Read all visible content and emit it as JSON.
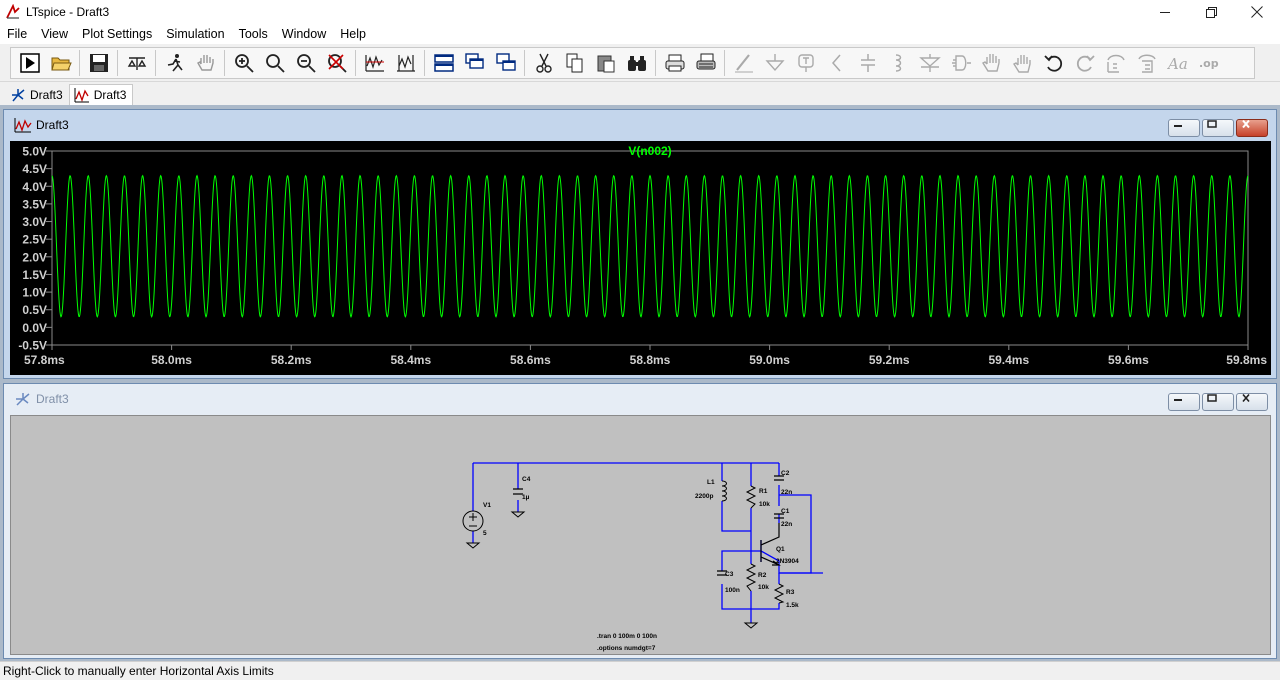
{
  "window": {
    "title": "LTspice - Draft3",
    "controls": [
      "minimize",
      "restore",
      "close"
    ]
  },
  "menu": {
    "items": [
      "File",
      "View",
      "Plot Settings",
      "Simulation",
      "Tools",
      "Window",
      "Help"
    ]
  },
  "toolbar": {
    "icons": [
      "run-icon",
      "open-icon",
      "save-icon",
      "control-panel-icon",
      "halt-icon",
      "pan-hand-icon",
      "zoom-in-icon",
      "zoom-area-icon",
      "zoom-out-icon",
      "zoom-cancel-icon",
      "autorange-icon",
      "fit-icon",
      "tile-horizontal-icon",
      "cascade-icon",
      "tile-windows-icon",
      "cut-icon",
      "copy-icon",
      "paste-icon",
      "find-icon",
      "print-icon",
      "print-setup-icon",
      "wire-icon",
      "ground-icon",
      "label-icon",
      "resistor-icon",
      "capacitor-icon",
      "inductor-icon",
      "diode-icon",
      "component-icon",
      "move-icon",
      "drag-icon",
      "undo-icon",
      "redo-icon",
      "rotate-icon",
      "mirror-icon",
      "text-icon",
      "spice-directive-icon"
    ]
  },
  "tabs": [
    {
      "label": "Draft3",
      "icon": "schematic-icon",
      "active": false
    },
    {
      "label": "Draft3",
      "icon": "plot-icon",
      "active": true
    }
  ],
  "waveform_window": {
    "title": "Draft3",
    "trace_name": "V(n002)",
    "trace_color": "#00ff00"
  },
  "schematic_window": {
    "title": "Draft3",
    "labels": {
      "v1_name": "V1",
      "v1_value": "5",
      "c4_name": "C4",
      "c4_value": "1µ",
      "l1_name": "L1",
      "l1_value": "2200p",
      "r1_name": "R1",
      "r1_value": "10k",
      "c2_name": "C2",
      "c2_value": "22n",
      "c1_name": "C1",
      "c1_value": "22n",
      "q1_name": "Q1",
      "q1_value": "2N3904",
      "c3_name": "C3",
      "c3_value": "100n",
      "r2_name": "R2",
      "r2_value": "10k",
      "r3_name": "R3",
      "r3_value": "1.5k",
      "directive1": ".tran 0 100m 0 100n",
      "directive2": ".options numdgt=7"
    },
    "wire_color": "#0000ff"
  },
  "status": {
    "text": "Right-Click to manually enter Horizontal Axis Limits"
  },
  "chart_data": {
    "type": "line",
    "title": "V(n002)",
    "xlabel": "",
    "ylabel": "",
    "x_tick_labels": [
      "57.8ms",
      "58.0ms",
      "58.2ms",
      "58.4ms",
      "58.6ms",
      "58.8ms",
      "59.0ms",
      "59.2ms",
      "59.4ms",
      "59.6ms",
      "59.8ms"
    ],
    "y_tick_labels": [
      "5.0V",
      "4.5V",
      "4.0V",
      "3.5V",
      "3.0V",
      "2.5V",
      "2.0V",
      "1.5V",
      "1.0V",
      "0.5V",
      "0.0V",
      "-0.5V"
    ],
    "xlim_ms": [
      57.8,
      59.8
    ],
    "ylim_V": [
      -0.5,
      5.0
    ],
    "grid": false,
    "series": [
      {
        "name": "V(n002)",
        "waveform": "sine",
        "min_V": 0.3,
        "max_V": 4.3,
        "frequency_kHz": 33,
        "color": "#00ff00"
      }
    ]
  }
}
